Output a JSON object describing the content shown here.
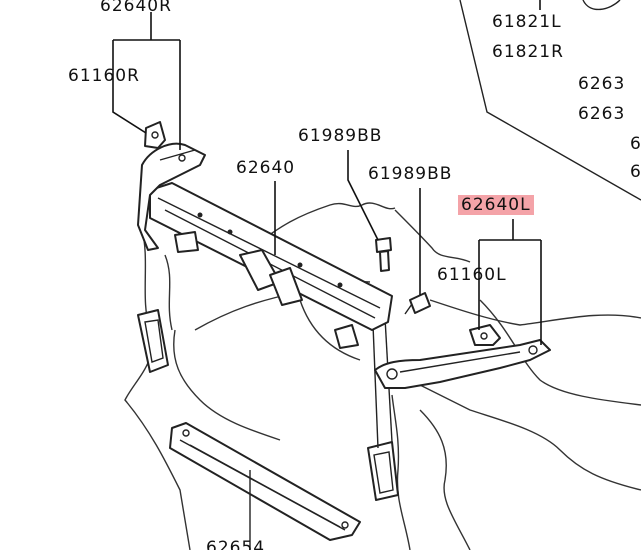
{
  "diagram": {
    "labels": {
      "top_left_r": "62640R",
      "bracket_r": "61160R",
      "bolt_1": "61989BB",
      "support_center": "62640",
      "bolt_2": "61989BB",
      "support_l": "62640L",
      "bracket_l": "61160L",
      "top_right_1": "61821L",
      "top_right_2": "61821R",
      "right_cut_1": "6263",
      "right_cut_2": "6263",
      "right_cut_3": "6",
      "right_cut_4": "6",
      "bottom_cut": "62654"
    },
    "highlight_color": "#f4a3a8"
  }
}
